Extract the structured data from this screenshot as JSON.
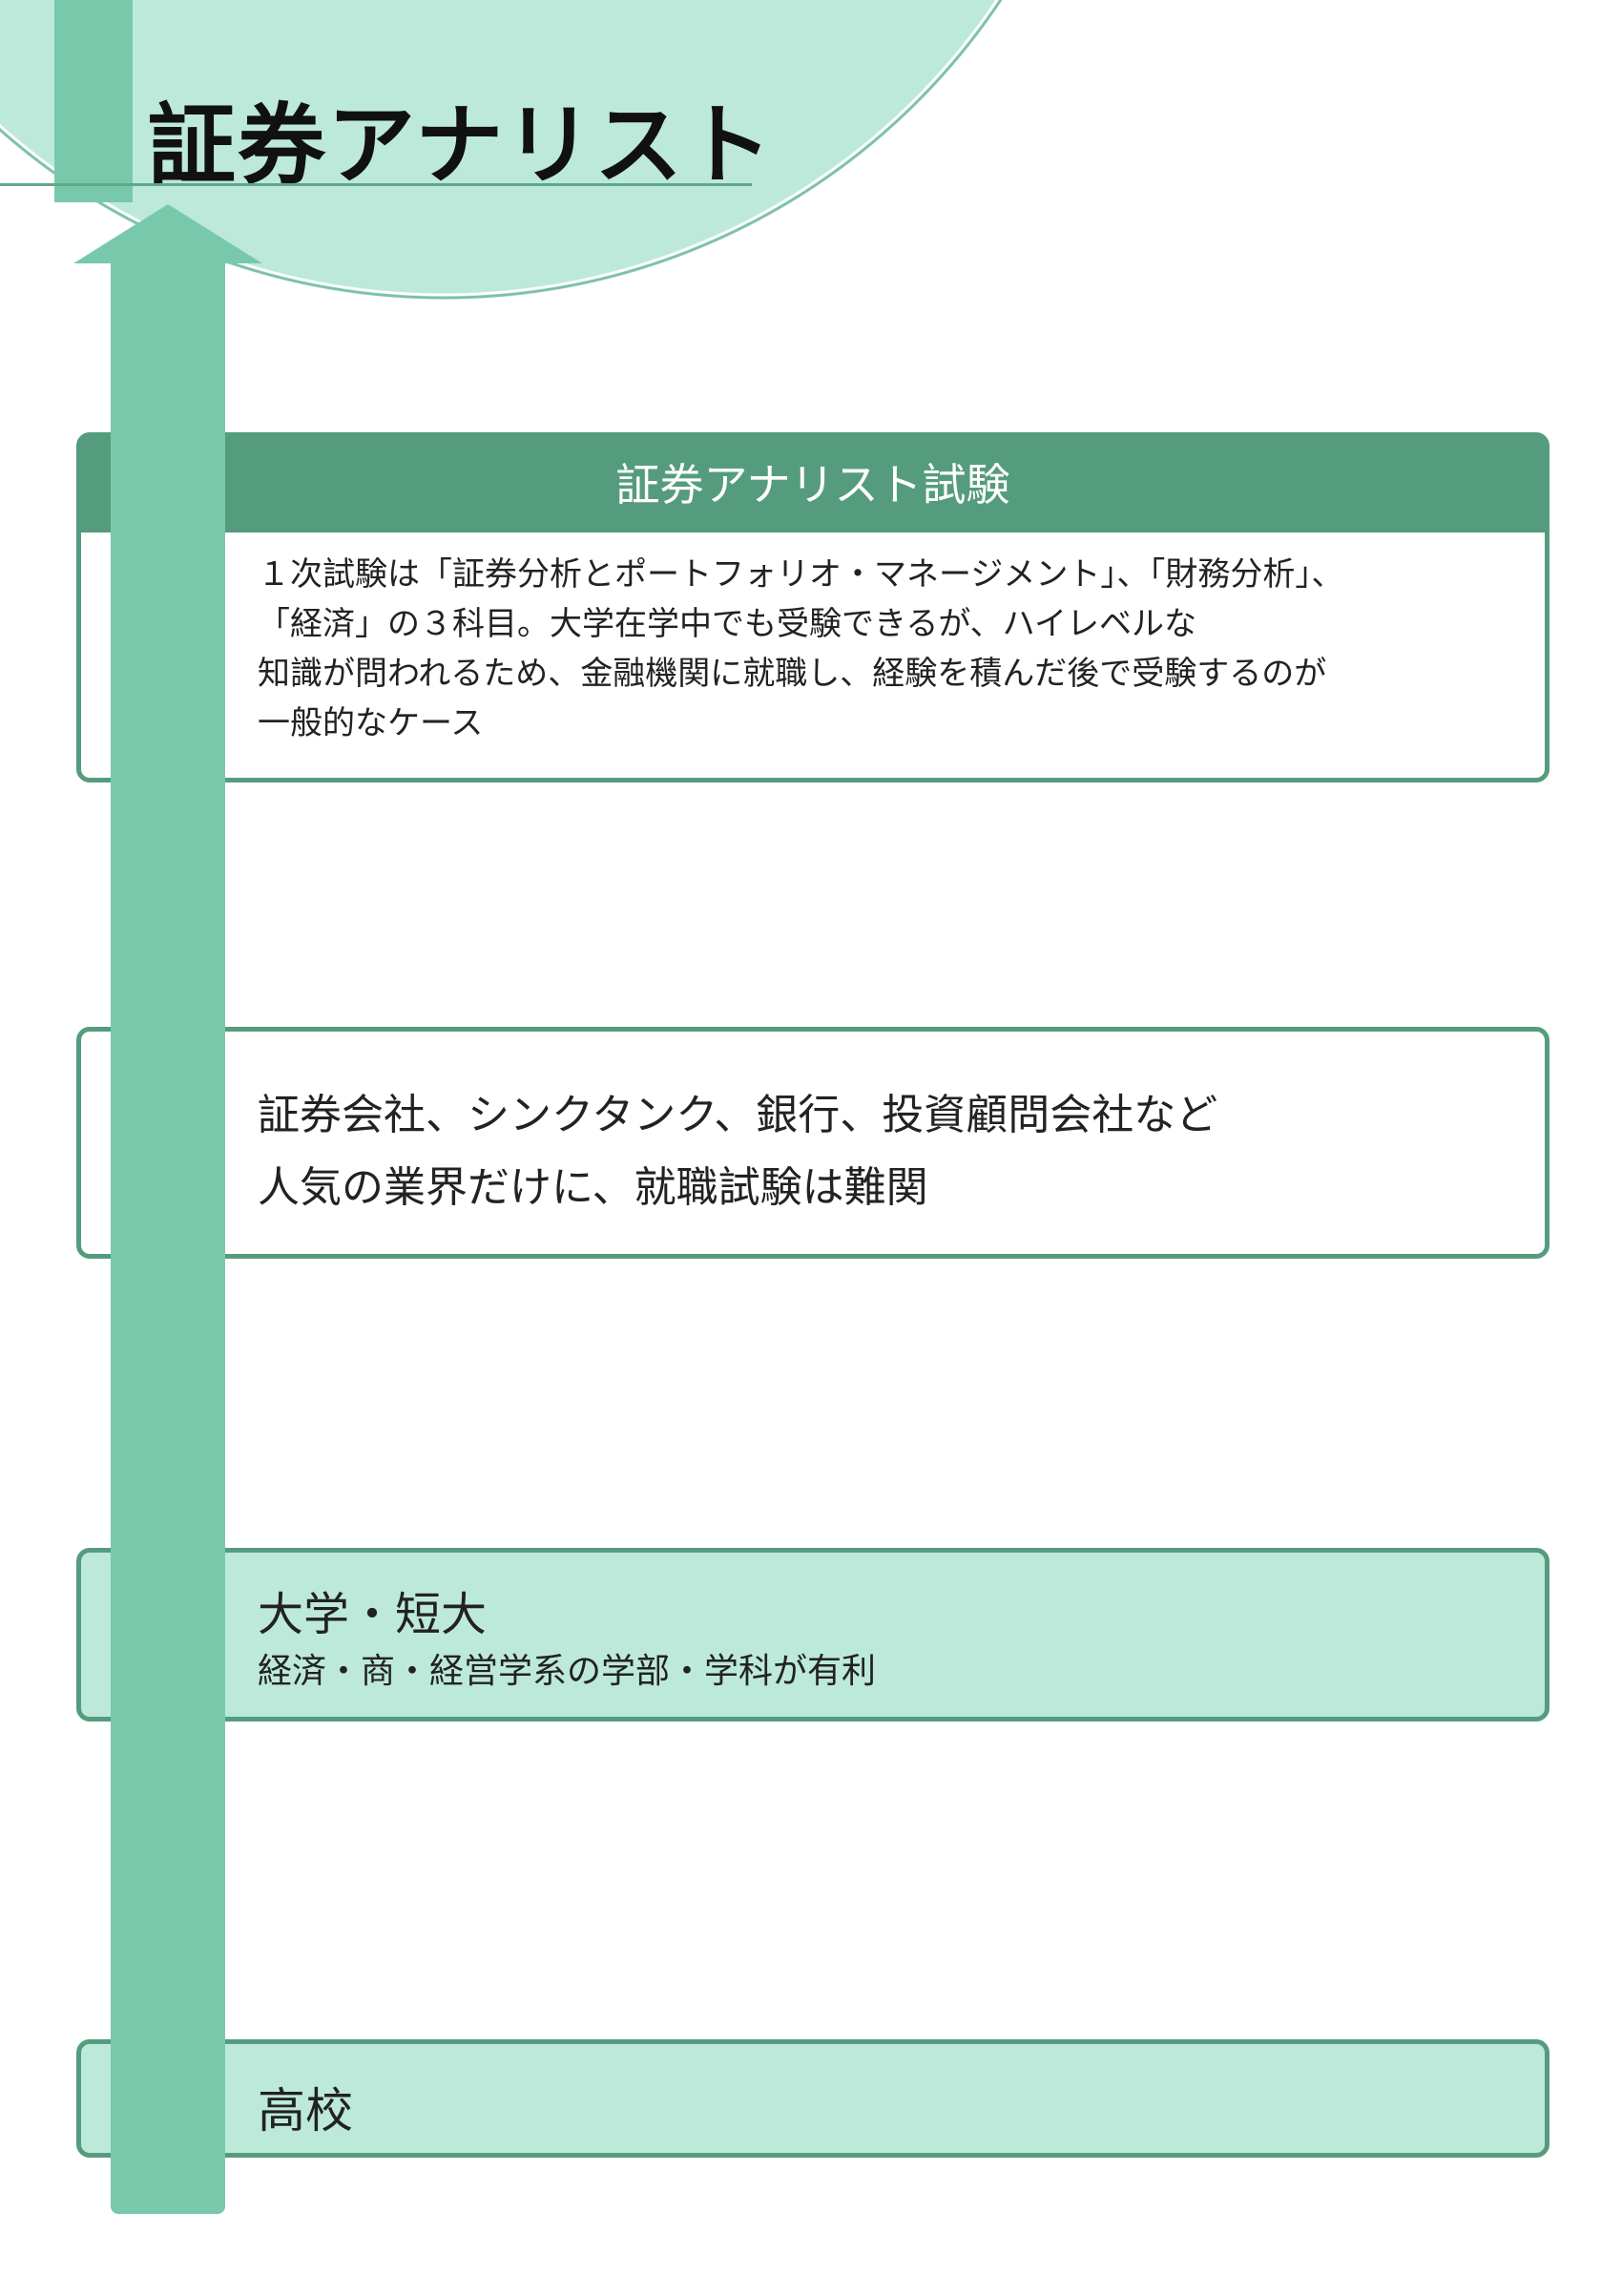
{
  "header": {
    "title": "証券アナリスト"
  },
  "steps": [
    {
      "heading": "証券アナリスト試験",
      "lines": [
        "１次試験は「証券分析とポートフォリオ・マネージメント」、「財務分析」、",
        "「経済」の３科目。大学在学中でも受験できるが、ハイレベルな",
        "知識が問われるため、金融機関に就職し、経験を積んだ後で受験するのが",
        "一般的なケース"
      ]
    },
    {
      "lines": [
        "証券会社、シンクタンク、銀行、投資顧問会社など",
        "人気の業界だけに、就職試験は難関"
      ]
    },
    {
      "title": "大学・短大",
      "subtitle": "経済・商・経営学系の学部・学科が有利"
    },
    {
      "title": "高校"
    }
  ],
  "colors": {
    "accent_dark": "#559c7e",
    "accent": "#78c9ab",
    "accent_light": "#bde9da"
  }
}
